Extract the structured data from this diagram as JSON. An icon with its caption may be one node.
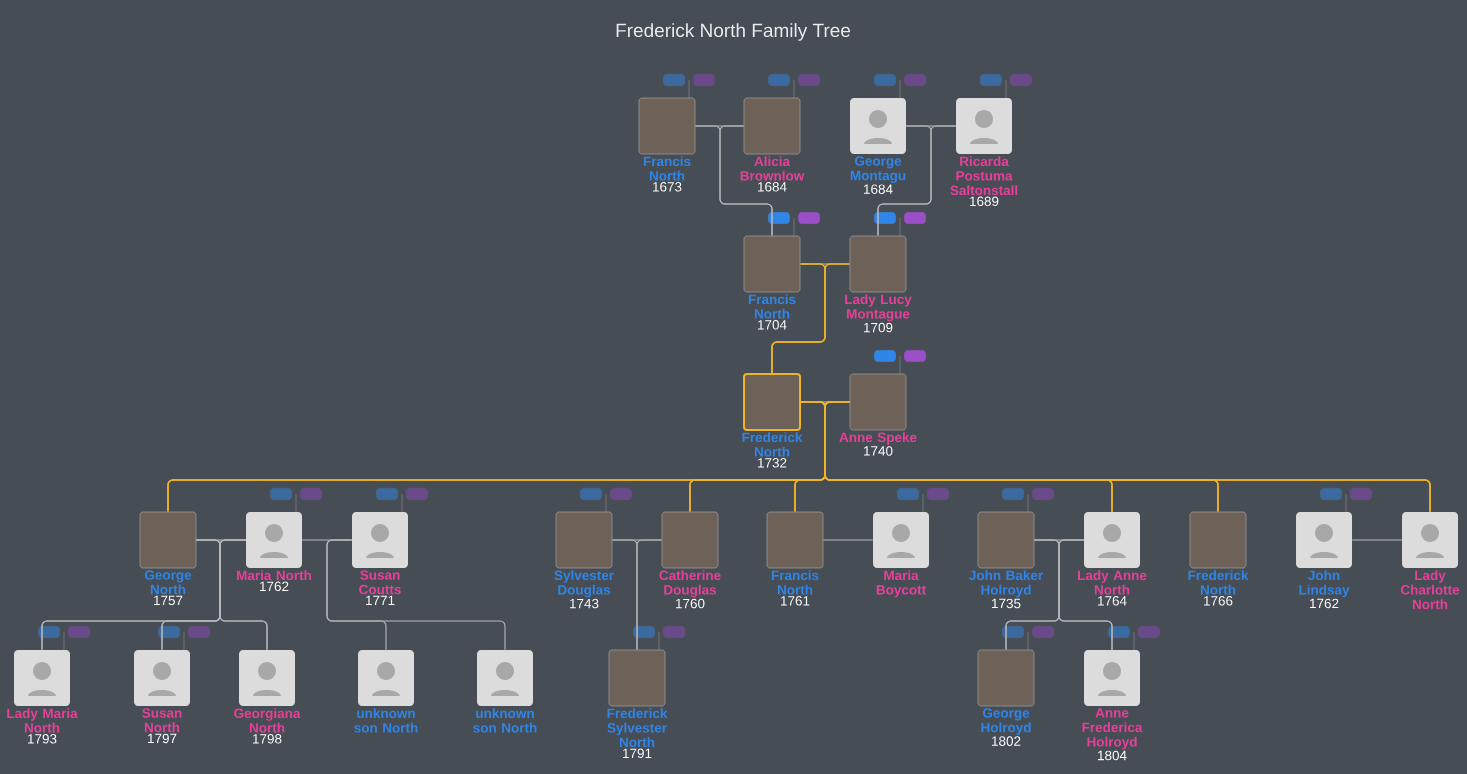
{
  "diagram": {
    "title": "Frederick North Family Tree",
    "nodes": [
      {
        "text": [
          "Francis North",
          "1673"
        ]
      },
      {
        "text": [
          "Alicia Brownlow",
          "1684"
        ]
      },
      {
        "text": [
          "George Montagu",
          "1684"
        ]
      },
      {
        "text": [
          "Ricarda Postuma Saltonstall",
          "1689"
        ]
      },
      {
        "text": [
          "Francis North",
          "1704"
        ]
      },
      {
        "text": [
          "Lady Lucy Montague",
          "1709"
        ]
      },
      {
        "text": [
          "Frederick North",
          "1732"
        ]
      },
      {
        "text": [
          "Anne Speke",
          "1740"
        ]
      },
      {
        "text": [
          "George North",
          "1757"
        ]
      },
      {
        "text": [
          "Maria North",
          "1762"
        ]
      },
      {
        "text": [
          "Susan Coutts",
          "1771"
        ]
      },
      {
        "text": [
          "Sylvester Douglas",
          "1743"
        ]
      },
      {
        "text": [
          "Catherine Douglas",
          "1760"
        ]
      },
      {
        "text": [
          "Francis North",
          "1761"
        ]
      },
      {
        "text": [
          "Maria Boycott"
        ]
      },
      {
        "text": [
          "John Baker Holroyd",
          "1735"
        ]
      },
      {
        "text": [
          "Lady Anne North",
          "1764"
        ]
      },
      {
        "text": [
          "Frederick North",
          "1766"
        ]
      },
      {
        "text": [
          "John Lindsay",
          "1762"
        ]
      },
      {
        "text": [
          "Lady Charlotte North"
        ]
      },
      {
        "text": [
          "Lady Maria North",
          "1793"
        ]
      },
      {
        "text": [
          "Susan North",
          "1797"
        ]
      },
      {
        "text": [
          "Georgiana North",
          "1798"
        ]
      },
      {
        "text": [
          "unknown son North"
        ]
      },
      {
        "text": [
          "unknown son North"
        ]
      },
      {
        "text": [
          "Frederick Sylvester North",
          "1791"
        ]
      },
      {
        "text": [
          "George Holroyd",
          "1802"
        ]
      },
      {
        "text": [
          "Anne Frederica Holroyd",
          "1804"
        ]
      }
    ],
    "edges": [
      {
        "from": 0,
        "to": 1,
        "arrow": "none"
      },
      {
        "from": 2,
        "to": 3,
        "arrow": "none"
      },
      {
        "from": 0,
        "to": 4,
        "arrow": "none"
      },
      {
        "from": 1,
        "to": 4,
        "arrow": "none"
      },
      {
        "from": 2,
        "to": 5,
        "arrow": "none"
      },
      {
        "from": 3,
        "to": 5,
        "arrow": "none"
      },
      {
        "from": 4,
        "to": 5,
        "arrow": "none"
      },
      {
        "from": 4,
        "to": 6,
        "arrow": "none",
        "color": "#f0b429"
      },
      {
        "from": 5,
        "to": 6,
        "arrow": "none",
        "color": "#f0b429"
      },
      {
        "from": 6,
        "to": 7,
        "arrow": "none"
      },
      {
        "from": 6,
        "to": 8,
        "arrow": "none",
        "color": "#f0b429"
      },
      {
        "from": 7,
        "to": 8,
        "arrow": "none",
        "color": "#f0b429"
      },
      {
        "from": 6,
        "to": 12,
        "arrow": "none",
        "color": "#f0b429"
      },
      {
        "from": 7,
        "to": 12,
        "arrow": "none",
        "color": "#f0b429"
      },
      {
        "from": 6,
        "to": 13,
        "arrow": "none",
        "color": "#f0b429"
      },
      {
        "from": 7,
        "to": 13,
        "arrow": "none",
        "color": "#f0b429"
      },
      {
        "from": 6,
        "to": 16,
        "arrow": "none",
        "color": "#f0b429"
      },
      {
        "from": 7,
        "to": 16,
        "arrow": "none",
        "color": "#f0b429"
      },
      {
        "from": 6,
        "to": 17,
        "arrow": "none",
        "color": "#f0b429"
      },
      {
        "from": 7,
        "to": 17,
        "arrow": "none",
        "color": "#f0b429"
      },
      {
        "from": 6,
        "to": 19,
        "arrow": "none",
        "color": "#f0b429"
      },
      {
        "from": 7,
        "to": 19,
        "arrow": "none",
        "color": "#f0b429"
      },
      {
        "from": 8,
        "to": 9,
        "arrow": "none"
      },
      {
        "from": 9,
        "to": 10,
        "arrow": "none"
      },
      {
        "from": 11,
        "to": 12,
        "arrow": "none"
      },
      {
        "from": 13,
        "to": 14,
        "arrow": "none"
      },
      {
        "from": 15,
        "to": 16,
        "arrow": "none"
      },
      {
        "from": 18,
        "to": 19,
        "arrow": "none"
      },
      {
        "from": 8,
        "to": 20,
        "arrow": "none"
      },
      {
        "from": 9,
        "to": 20,
        "arrow": "none"
      },
      {
        "from": 8,
        "to": 21,
        "arrow": "none"
      },
      {
        "from": 9,
        "to": 21,
        "arrow": "none"
      },
      {
        "from": 8,
        "to": 22,
        "arrow": "none"
      },
      {
        "from": 9,
        "to": 22,
        "arrow": "none"
      },
      {
        "from": 10,
        "to": 23,
        "arrow": "none"
      },
      {
        "from": 10,
        "to": 24,
        "arrow": "none"
      },
      {
        "from": 11,
        "to": 25,
        "arrow": "none"
      },
      {
        "from": 12,
        "to": 25,
        "arrow": "none"
      },
      {
        "from": 15,
        "to": 26,
        "arrow": "none"
      },
      {
        "from": 16,
        "to": 26,
        "arrow": "none"
      },
      {
        "from": 15,
        "to": 27,
        "arrow": "none"
      },
      {
        "from": 16,
        "to": 27,
        "arrow": "none"
      }
    ]
  }
}
